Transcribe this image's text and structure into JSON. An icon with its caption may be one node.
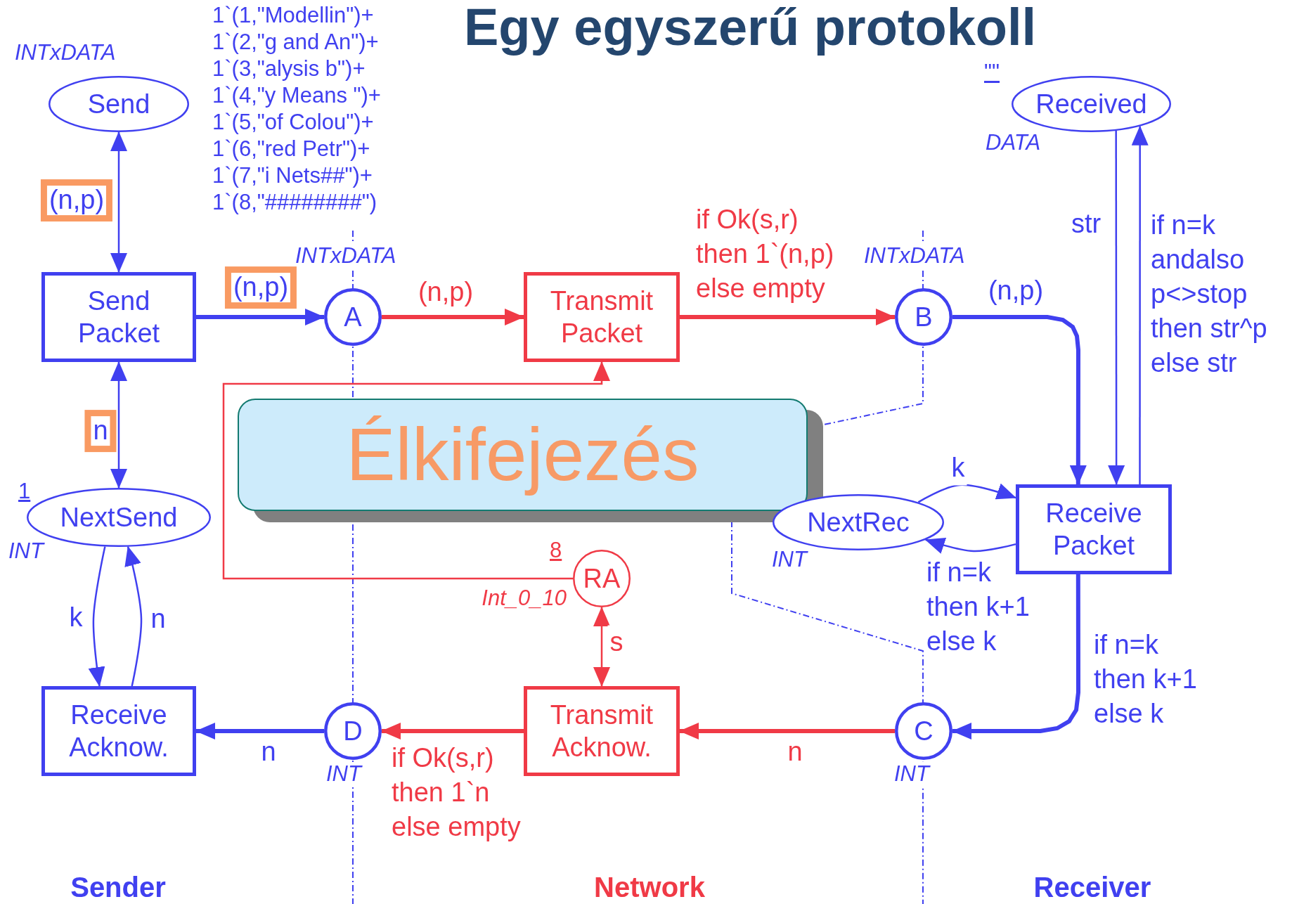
{
  "diagram": {
    "title": "Egy egyszerű protokoll",
    "nodes": [
      {
        "text": [
          "Send"
        ],
        "beside": [
          "INTxDATA",
          "1`(1,\"Modellin\")+",
          "1`(2,\"g and An\")+",
          "1`(3,\"alysis b\")+",
          "1`(4,\"y Means \")+",
          "1`(5,\"of Colou\")+",
          "1`(6,\"red Petr\")+",
          "1`(7,\"i Nets##\")+",
          "1`(8,\"########\")"
        ]
      },
      {
        "text": [
          "Send Packet"
        ]
      },
      {
        "text": [
          "A"
        ],
        "beside": [
          "INTxDATA"
        ]
      },
      {
        "text": [
          "Transmit Packet"
        ]
      },
      {
        "text": [
          "B"
        ],
        "beside": [
          "INTxDATA"
        ]
      },
      {
        "text": [
          "Received"
        ],
        "beside": [
          "\"\"",
          "DATA"
        ]
      },
      {
        "text": [
          "Élkifejezés"
        ]
      },
      {
        "text": [
          "NextSend"
        ],
        "beside": [
          "1",
          "INT"
        ]
      },
      {
        "text": [
          "NextRec"
        ],
        "beside": [
          "INT"
        ]
      },
      {
        "text": [
          "Receive Packet"
        ]
      },
      {
        "text": [
          "RA"
        ],
        "beside": [
          "8",
          "Int_0_10"
        ]
      },
      {
        "text": [
          "Receive Acknow."
        ]
      },
      {
        "text": [
          "D"
        ],
        "beside": [
          "INT"
        ]
      },
      {
        "text": [
          "Transmit Acknow."
        ]
      },
      {
        "text": [
          "C"
        ],
        "beside": [
          "INT"
        ]
      }
    ],
    "edges": [
      {
        "from": 1,
        "to": 0,
        "arrow": "both",
        "label": "(n,p)"
      },
      {
        "from": 1,
        "to": 2,
        "arrow": "to",
        "label": "(n,p)",
        "style": "thick"
      },
      {
        "from": 1,
        "to": 7,
        "arrow": "both",
        "label": "n"
      },
      {
        "from": 7,
        "to": 11,
        "arrow": "to",
        "label": "k"
      },
      {
        "from": 11,
        "to": 7,
        "arrow": "to",
        "label": "n"
      },
      {
        "from": 12,
        "to": 11,
        "arrow": "to",
        "label": "n",
        "style": "thick"
      },
      {
        "from": 2,
        "to": 3,
        "arrow": "to",
        "label": "(n,p)",
        "style": "thick",
        "color": "#f03a46"
      },
      {
        "from": 3,
        "to": 4,
        "arrow": "to",
        "label": "if Ok(s,r) then 1`(n,p) else empty",
        "style": "thick",
        "color": "#f03a46"
      },
      {
        "from": 10,
        "to": 3,
        "arrow": "to",
        "color": "#f03a46"
      },
      {
        "from": 10,
        "to": 13,
        "arrow": "both",
        "label": "s",
        "color": "#f03a46"
      },
      {
        "from": 4,
        "to": 9,
        "arrow": "to",
        "label": "(n,p)",
        "style": "thick"
      },
      {
        "from": 5,
        "to": 9,
        "arrow": "to",
        "label": "str"
      },
      {
        "from": 9,
        "to": 5,
        "arrow": "to",
        "label": "if n=k andalso p<>stop then str^p else str"
      },
      {
        "from": 8,
        "to": 9,
        "arrow": "to",
        "label": "k"
      },
      {
        "from": 9,
        "to": 8,
        "arrow": "to",
        "label": "if n=k then k+1 else k"
      },
      {
        "from": 9,
        "to": 14,
        "arrow": "to",
        "label": "if n=k then k+1 else k",
        "style": "thick"
      },
      {
        "from": 14,
        "to": 13,
        "arrow": "to",
        "label": "n",
        "style": "thick",
        "color": "#f03a46"
      },
      {
        "from": 13,
        "to": 12,
        "arrow": "to",
        "label": "if Ok(s,r) then 1`n else empty",
        "style": "thick",
        "color": "#f03a46"
      }
    ],
    "labels": [
      "Sender",
      "Network",
      "Receiver"
    ]
  }
}
